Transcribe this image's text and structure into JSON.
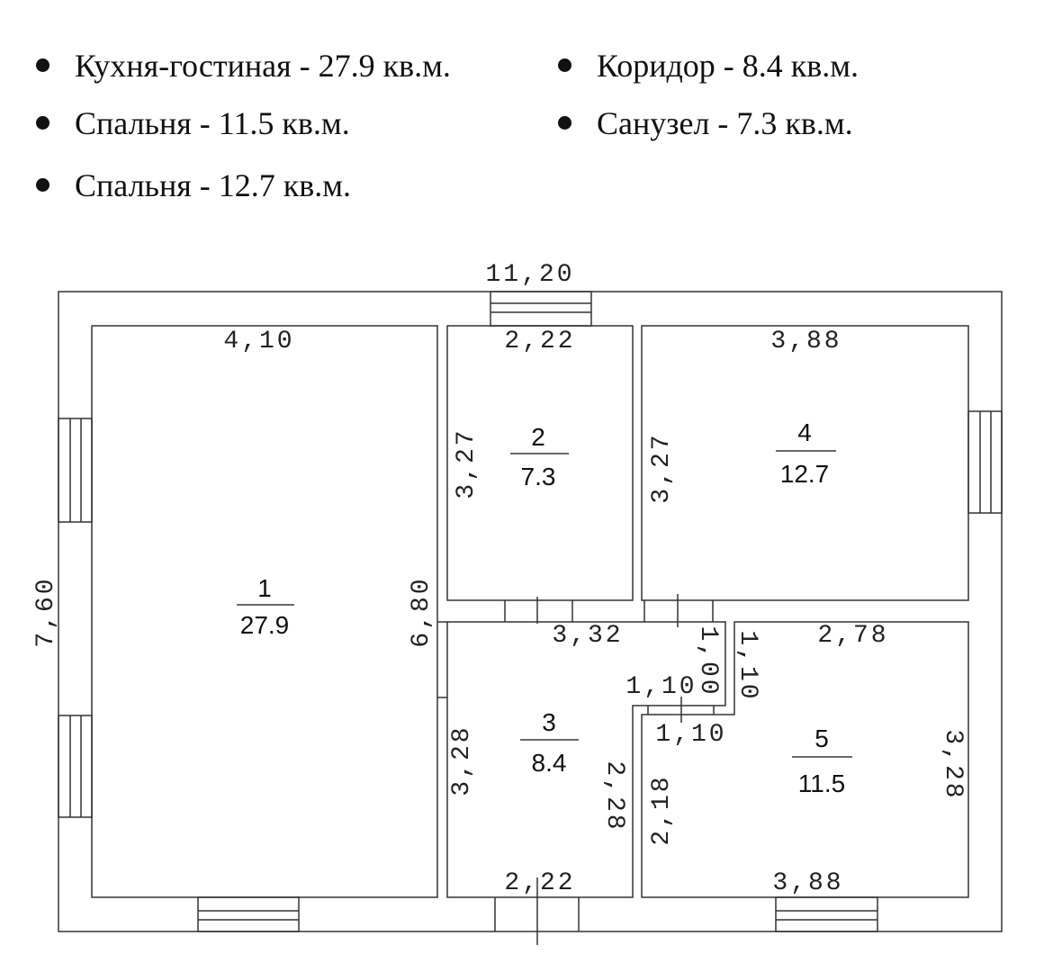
{
  "legend": [
    {
      "label": "Кухня-гостиная - 27.9 кв.м."
    },
    {
      "label": "Спальня - 11.5 кв.м."
    },
    {
      "label": "Спальня - 12.7 кв.м."
    },
    {
      "label": "Коридор - 8.4 кв.м."
    },
    {
      "label": "Санузел - 7.3 кв.м."
    }
  ],
  "plan": {
    "overall_width": "11,20",
    "overall_height": "7,60",
    "rooms": [
      {
        "number": "1",
        "area": "27.9",
        "width": "4,10",
        "height": "6,80"
      },
      {
        "number": "2",
        "area": "7.3",
        "width": "2,22",
        "height": "3,27"
      },
      {
        "number": "3",
        "area": "8.4",
        "width_top": "3,32",
        "width_bottom": "2,22",
        "height_left": "3,28",
        "height_right": "2,28",
        "notch_width": "1,10",
        "notch_height": "1,00"
      },
      {
        "number": "4",
        "area": "12.7",
        "width": "3,88",
        "height": "3,27"
      },
      {
        "number": "5",
        "area": "11.5",
        "width_top": "2,78",
        "width_bottom": "3,88",
        "height_right": "3,28",
        "height_left": "2,18",
        "notch_width": "1,10",
        "notch_height": "1,10"
      }
    ]
  }
}
